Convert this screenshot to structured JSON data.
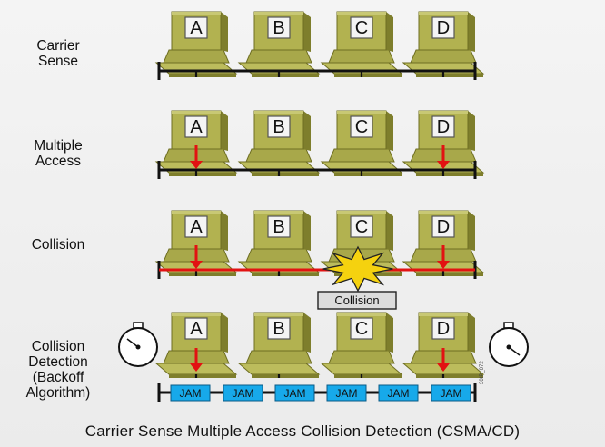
{
  "stages": [
    {
      "label": "Carrier\nSense"
    },
    {
      "label": "Multiple\nAccess"
    },
    {
      "label": "Collision"
    },
    {
      "label": "Collision\nDetection\n(Backoff\nAlgorithm)"
    }
  ],
  "stations": [
    "A",
    "B",
    "C",
    "D"
  ],
  "collision_label": "Collision",
  "jam_label": "JAM",
  "jam_count": 6,
  "caption": "Carrier Sense Multiple Access Collision Detection (CSMA/CD)",
  "stamp": "30IP_072",
  "colors": {
    "computer": "#a8a84a",
    "computer_dark": "#7e7e2c",
    "computer_light": "#c8c874",
    "bus": "#111111",
    "signal": "#e21212",
    "jam_box": "#17a9ea",
    "burst": "#f5d20f"
  }
}
